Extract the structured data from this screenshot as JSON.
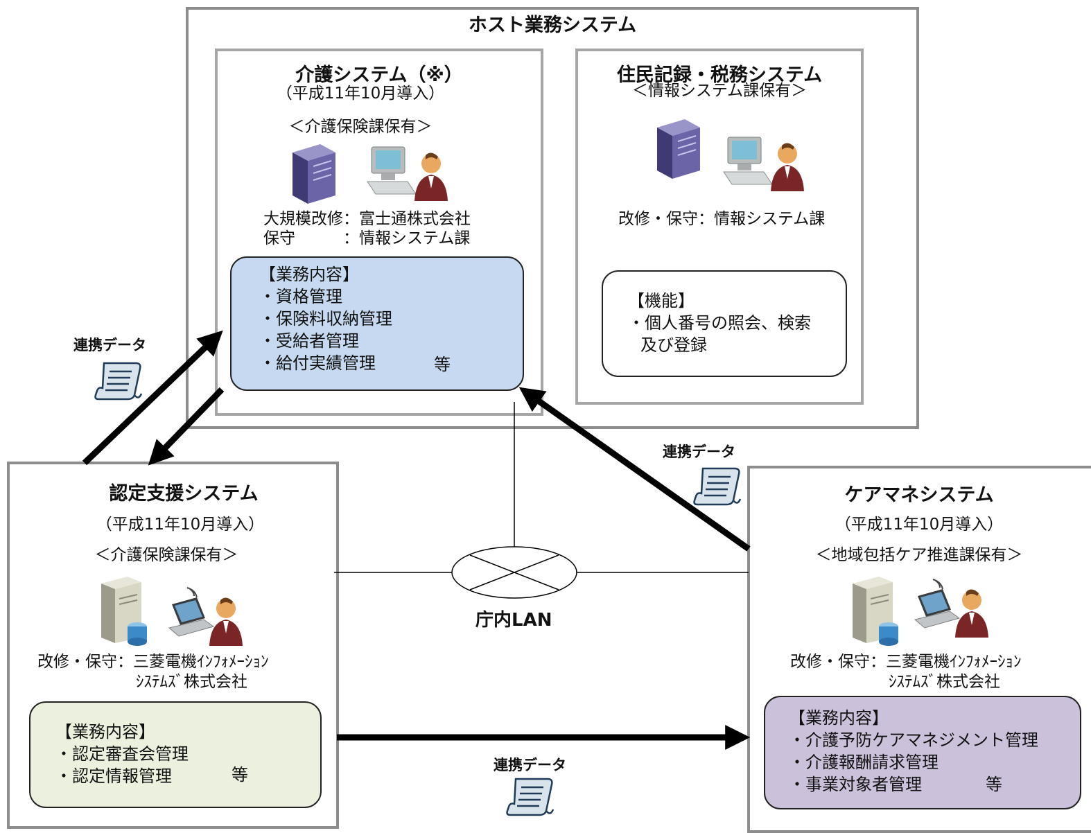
{
  "host": {
    "title": "ホスト業務システム"
  },
  "kaigo": {
    "title": "介護システム（※）",
    "introduced": "（平成11年10月導入）",
    "owner": "＜介護保険課保有＞",
    "maint1": "大規模改修：富士通株式会社",
    "maint2": "保守　　　：情報システム課",
    "box": {
      "heading": "【業務内容】",
      "items": [
        "・資格管理",
        "・保険料収納管理",
        "・受給者管理",
        "・給付実績管理"
      ],
      "etc": "等"
    }
  },
  "jumin": {
    "title": "住民記録・税務システム",
    "owner": "＜情報システム課保有＞",
    "maint": "改修・保守：情報システム課",
    "box": {
      "heading": "【機能】",
      "line1": "・個人番号の照会、検索",
      "line2": "及び登録"
    }
  },
  "nintei": {
    "title": "認定支援システム",
    "introduced": "（平成11年10月導入）",
    "owner": "＜介護保険課保有＞",
    "maint1": "改修・保守：三菱電機ｲﾝﾌｫﾒｰｼｮﾝ",
    "maint2": "ｼｽﾃﾑｽﾞ株式会社",
    "box": {
      "heading": "【業務内容】",
      "items": [
        "・認定審査会管理",
        "・認定情報管理"
      ],
      "etc": "等"
    }
  },
  "caremane": {
    "title": "ケアマネシステム",
    "introduced": "（平成11年10月導入）",
    "owner": "＜地域包括ケア推進課保有＞",
    "maint1": "改修・保守：三菱電機ｲﾝﾌｫﾒｰｼｮﾝ",
    "maint2": "ｼｽﾃﾑｽﾞ株式会社",
    "box": {
      "heading": "【業務内容】",
      "items": [
        "・介護予防ケアマネジメント管理",
        "・介護報酬請求管理",
        "・事業対象者管理"
      ],
      "etc": "等"
    }
  },
  "lan": {
    "label": "庁内LAN"
  },
  "link": {
    "label": "連携データ"
  },
  "colors": {
    "frame": "#8c8c8c",
    "kaigo_box": "#c6d9f1",
    "nintei_box": "#ebf1de",
    "caremane_box": "#ccc1da",
    "arrow": "#000000"
  }
}
